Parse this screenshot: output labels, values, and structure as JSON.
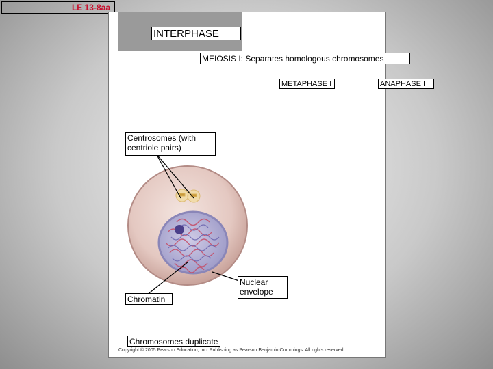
{
  "slide_label": "LE 13-8aa",
  "titles": {
    "interphase": "INTERPHASE",
    "meiosis_i": "MEIOSIS I: Separates homologous chromosomes",
    "metaphase_i": "METAPHASE I",
    "anaphase_i": "ANAPHASE I"
  },
  "callouts": {
    "centrosomes": "Centrosomes (with centriole pairs)",
    "chromatin": "Chromatin",
    "nuclear_envelope": "Nuclear envelope",
    "chromosomes_duplicate": "Chromosomes duplicate"
  },
  "copyright": "Copyright © 2005 Pearson Education, Inc. Publishing as Pearson Benjamin Cummings. All rights reserved.",
  "colors": {
    "slide_label": "#c8102e",
    "cell_membrane": "#c9a6a0",
    "cytoplasm": "#e9d3cd",
    "nucleus": "#b9b8d6",
    "chromatin": "#c4506b",
    "centrosome": "#e5c97a"
  }
}
